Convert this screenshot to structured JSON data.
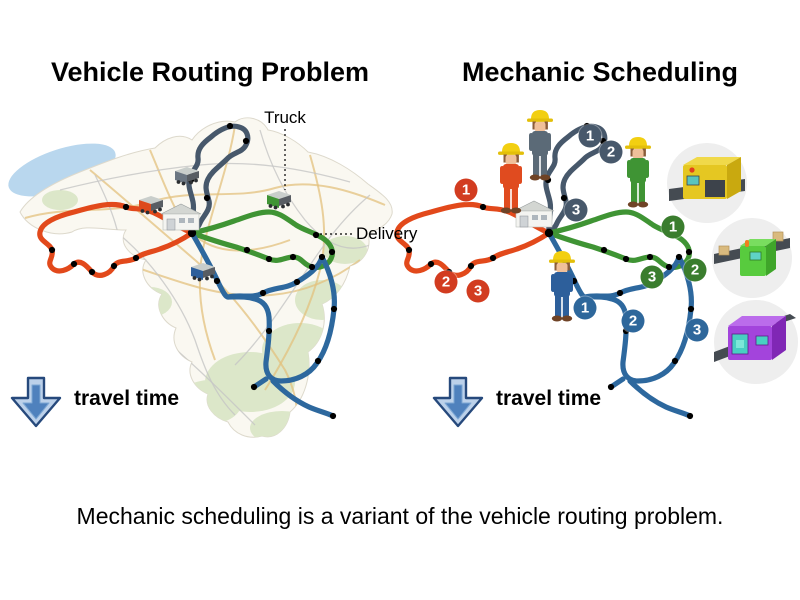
{
  "left_panel": {
    "title": "Vehicle Routing Problem",
    "truck_callout": "Truck",
    "delivery_callout": "Delivery",
    "travel_time_label": "travel time",
    "map_region": "Belgium road map",
    "depot": "warehouse",
    "routes": [
      {
        "id": "red-route",
        "color": "#e2491b",
        "vehicle": "red truck"
      },
      {
        "id": "dark-gray-route",
        "color": "#47586b",
        "vehicle": "dark gray truck"
      },
      {
        "id": "green-route",
        "color": "#3f9434",
        "vehicle": "green truck"
      },
      {
        "id": "blue-route",
        "color": "#2d689e",
        "vehicle": "blue truck"
      }
    ]
  },
  "right_panel": {
    "title": "Mechanic Scheduling",
    "travel_time_label": "travel time",
    "depot": "warehouse",
    "mechanics": [
      {
        "id": "red-mechanic",
        "color": "#e04b1f"
      },
      {
        "id": "dark-gray-mechanic",
        "color": "#5b6a77"
      },
      {
        "id": "green-mechanic",
        "color": "#3f9434"
      },
      {
        "id": "blue-mechanic",
        "color": "#2d5f9b"
      }
    ],
    "visit_markers": {
      "red": [
        "1",
        "2",
        "3"
      ],
      "dark_gray": [
        "1",
        "2",
        "3"
      ],
      "green": [
        "1",
        "2",
        "3"
      ],
      "blue": [
        "1",
        "2",
        "3"
      ]
    },
    "machines": [
      {
        "id": "yellow-machine",
        "color": "#e5c722"
      },
      {
        "id": "green-machine",
        "color": "#58cb3e"
      },
      {
        "id": "purple-machine",
        "color": "#a344dc"
      }
    ]
  },
  "caption": "Mechanic scheduling is a variant of the vehicle routing problem."
}
